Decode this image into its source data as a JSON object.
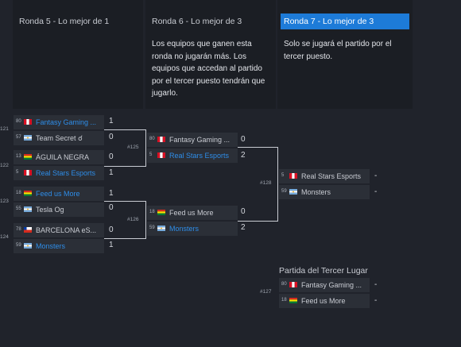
{
  "rounds": [
    {
      "title": "Ronda 5 - Lo mejor de 1",
      "note": ""
    },
    {
      "title": "Ronda 6 - Lo mejor de 3",
      "note": "Los equipos que ganen esta ronda no jugarán más. Los equipos que accedan al partido por el tercer puesto tendrán que jugarlo."
    },
    {
      "title": "Ronda 7 - Lo mejor de 3",
      "note": "Solo se jugará el partido por el tercer puesto."
    }
  ],
  "colors": {
    "accent": "#1d7bd8",
    "link": "#2e8de8",
    "row_bg": "#2b2f37",
    "page_bg": "#20232b"
  },
  "matches": {
    "m121": {
      "id": "121",
      "teams": [
        {
          "seed": "80",
          "flag": "peru",
          "name": "Fantasy Gaming ...",
          "link": true,
          "score": "1"
        },
        {
          "seed": "57",
          "flag": "argentina",
          "name": "Team Secret ☌",
          "link": false,
          "score": "0"
        }
      ]
    },
    "m122": {
      "id": "122",
      "teams": [
        {
          "seed": "13",
          "flag": "bolivia",
          "name": "ÁGUILA NEGRA",
          "link": false,
          "score": "0"
        },
        {
          "seed": "5",
          "flag": "peru",
          "name": "Real Stars Esports",
          "link": true,
          "score": "1"
        }
      ]
    },
    "m123": {
      "id": "123",
      "teams": [
        {
          "seed": "18",
          "flag": "bolivia",
          "name": "Feed us More",
          "link": true,
          "score": "1"
        },
        {
          "seed": "55",
          "flag": "argentina",
          "name": "Tesla Og",
          "link": false,
          "score": "0"
        }
      ]
    },
    "m124": {
      "id": "124",
      "teams": [
        {
          "seed": "78",
          "flag": "chile",
          "name": "BARCELONA eS...",
          "link": false,
          "score": "0"
        },
        {
          "seed": "59",
          "flag": "argentina",
          "name": "Monsters",
          "link": true,
          "score": "1"
        }
      ]
    },
    "m125": {
      "id": "#125",
      "teams": [
        {
          "seed": "80",
          "flag": "peru",
          "name": "Fantasy Gaming ...",
          "link": false,
          "score": "0"
        },
        {
          "seed": "5",
          "flag": "peru",
          "name": "Real Stars Esports",
          "link": true,
          "score": "2"
        }
      ]
    },
    "m126": {
      "id": "#126",
      "teams": [
        {
          "seed": "18",
          "flag": "bolivia",
          "name": "Feed us More",
          "link": false,
          "score": "0"
        },
        {
          "seed": "59",
          "flag": "argentina",
          "name": "Monsters",
          "link": true,
          "score": "2"
        }
      ]
    },
    "m128": {
      "id": "#128",
      "teams": [
        {
          "seed": "5",
          "flag": "peru",
          "name": "Real Stars Esports",
          "link": false,
          "score": "-"
        },
        {
          "seed": "59",
          "flag": "argentina",
          "name": "Monsters",
          "link": false,
          "score": "-"
        }
      ]
    },
    "m127": {
      "id": "#127",
      "teams": [
        {
          "seed": "80",
          "flag": "peru",
          "name": "Fantasy Gaming ...",
          "link": false,
          "score": "-"
        },
        {
          "seed": "18",
          "flag": "bolivia",
          "name": "Feed us More",
          "link": false,
          "score": "-"
        }
      ]
    }
  },
  "third_place_title": "Partida del Tercer Lugar"
}
